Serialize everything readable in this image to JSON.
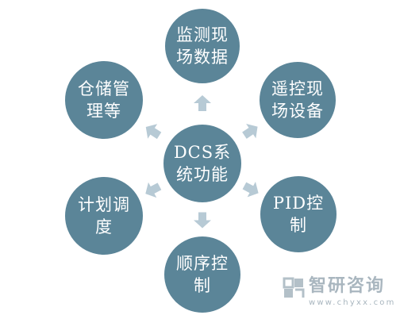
{
  "diagram": {
    "colors": {
      "node_fill": "#5b8598",
      "node_border": "#ffffff",
      "arrow_fill": "#b7cad5",
      "text": "#ffffff"
    },
    "center": {
      "label": "DCS系\n统功能"
    },
    "nodes": [
      {
        "id": "monitoring",
        "label": "监测现\n场数据"
      },
      {
        "id": "remote-control",
        "label": "遥控现\n场设备"
      },
      {
        "id": "pid-control",
        "label": "PID控\n制"
      },
      {
        "id": "sequence-control",
        "label": "顺序控\n制"
      },
      {
        "id": "scheduling",
        "label": "计划调\n度"
      },
      {
        "id": "warehouse",
        "label": "仓储管\n理等"
      }
    ]
  },
  "watermark": {
    "name": "智研咨询",
    "url": "www.chyxx.com",
    "logo_icon": "chyxx-logo-icon"
  }
}
